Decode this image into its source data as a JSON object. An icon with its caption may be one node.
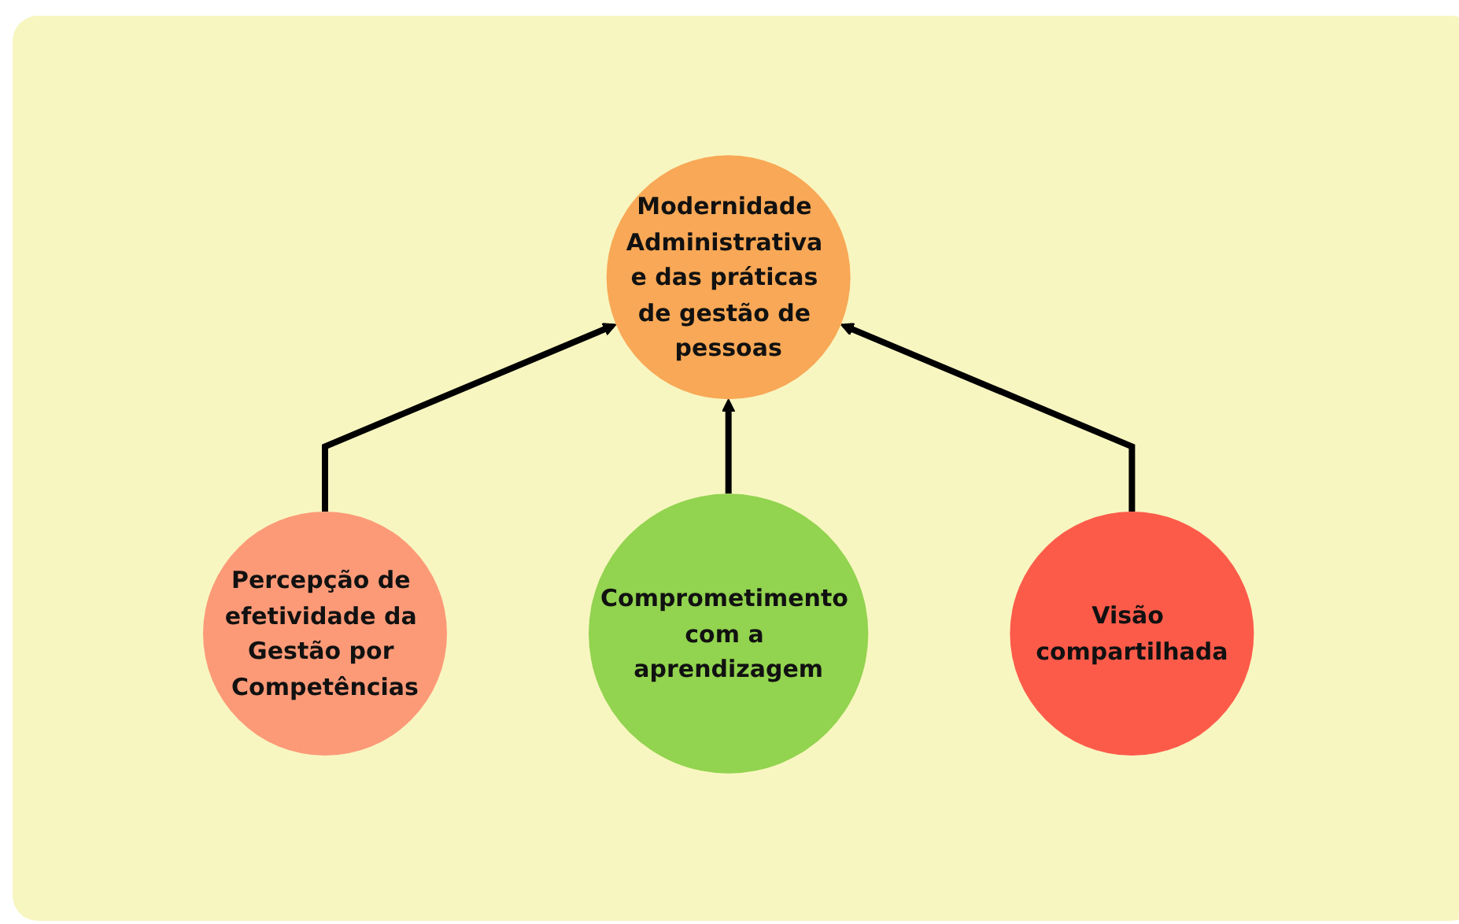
{
  "diagram": {
    "nodes": [
      {
        "text": [
          "Modernidade Administrativa e das práticas de gestão de pessoas"
        ]
      },
      {
        "text": [
          "Percepção de efetividade da Gestão por Competências"
        ]
      },
      {
        "text": [
          "Visão compartilhada"
        ]
      },
      {
        "text": [
          "Comprometimento com a aprendizagem"
        ]
      }
    ],
    "edges": [
      {
        "from": 1,
        "to": 0,
        "arrow": "to"
      },
      {
        "from": 3,
        "to": 0,
        "arrow": "to"
      },
      {
        "from": 2,
        "to": 0,
        "arrow": "to"
      }
    ]
  }
}
